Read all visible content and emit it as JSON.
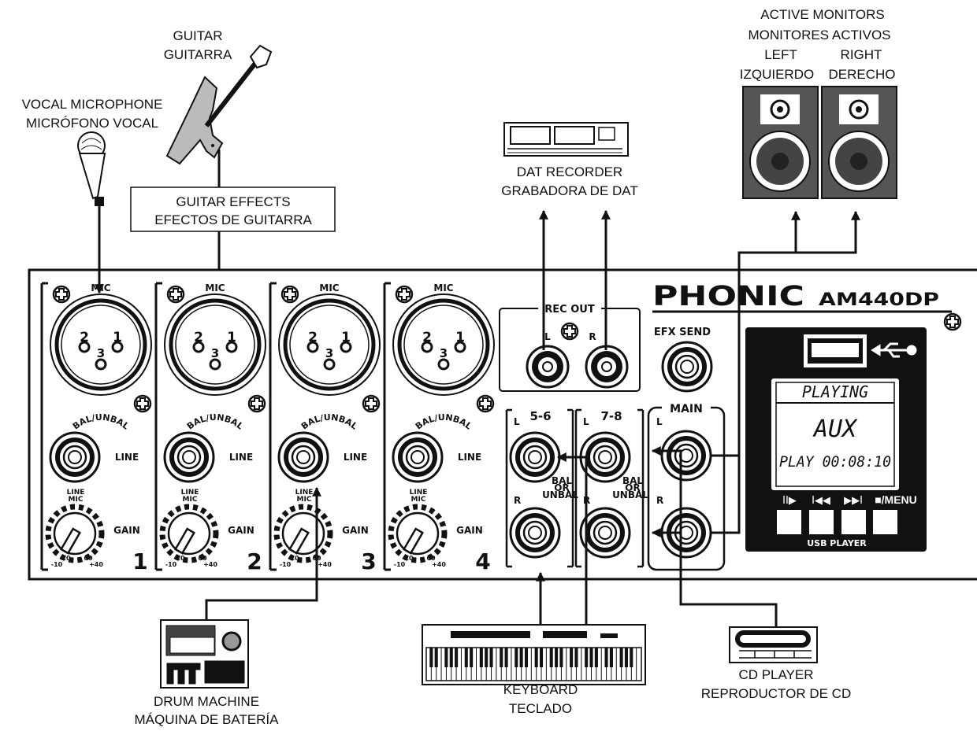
{
  "devices": {
    "microphone": {
      "line1": "VOCAL MICROPHONE",
      "line2": "MICRÓFONO VOCAL"
    },
    "guitar": {
      "line1": "GUITAR",
      "line2": "GUITARRA"
    },
    "guitar_effects": {
      "line1": "GUITAR EFFECTS",
      "line2": "EFECTOS DE  GUITARRA"
    },
    "dat_recorder": {
      "line1": "DAT RECORDER",
      "line2": "GRABADORA DE DAT"
    },
    "monitors": {
      "line1": "ACTIVE MONITORS",
      "line2": "MONITORES ACTIVOS",
      "left1": "LEFT",
      "left2": "IZQUIERDO",
      "right1": "RIGHT",
      "right2": "DERECHO"
    },
    "drum_machine": {
      "line1": "DRUM MACHINE",
      "line2": "MÁQUINA DE BATERÍA"
    },
    "keyboard": {
      "line1": "KEYBOARD",
      "line2": "TECLADO"
    },
    "cd_player": {
      "line1": "CD PLAYER",
      "line2": "REPRODUCTOR DE CD"
    }
  },
  "mixer": {
    "brand": "PHONIC",
    "model": "AM440DP",
    "channels": [
      {
        "number": "1",
        "mic": "MIC",
        "balunbal": "BAL/UNBAL",
        "line": "LINE",
        "gain": "GAIN",
        "linemic1": "LINE",
        "linemic2": "MIC",
        "g1": "10",
        "g2": "60",
        "g3": "-10",
        "g4": "+40",
        "p1": "2",
        "p2": "1",
        "p3": "3"
      },
      {
        "number": "2",
        "mic": "MIC",
        "balunbal": "BAL/UNBAL",
        "line": "LINE",
        "gain": "GAIN",
        "linemic1": "LINE",
        "linemic2": "MIC",
        "g1": "10",
        "g2": "60",
        "g3": "-10",
        "g4": "+40",
        "p1": "2",
        "p2": "1",
        "p3": "3"
      },
      {
        "number": "3",
        "mic": "MIC",
        "balunbal": "BAL/UNBAL",
        "line": "LINE",
        "gain": "GAIN",
        "linemic1": "LINE",
        "linemic2": "MIC",
        "g1": "10",
        "g2": "60",
        "g3": "-10",
        "g4": "+40",
        "p1": "2",
        "p2": "1",
        "p3": "3"
      },
      {
        "number": "4",
        "mic": "MIC",
        "balunbal": "BAL/UNBAL",
        "line": "LINE",
        "gain": "GAIN",
        "linemic1": "LINE",
        "linemic2": "MIC",
        "g1": "10",
        "g2": "60",
        "g3": "-10",
        "g4": "+40",
        "p1": "2",
        "p2": "1",
        "p3": "3"
      }
    ],
    "rec_out": {
      "title": "REC OUT",
      "l": "L",
      "r": "R"
    },
    "efx_send": "EFX SEND",
    "stereo_56": {
      "title": "5-6",
      "l": "L",
      "r": "R",
      "bal1": "BAL",
      "bal2": "OR",
      "bal3": "UNBAL"
    },
    "stereo_78": {
      "title": "7-8",
      "l": "L",
      "r": "R",
      "bal1": "BAL",
      "bal2": "OR",
      "bal3": "UNBAL"
    },
    "main": {
      "title": "MAIN",
      "l": "L",
      "r": "R"
    },
    "usb_player": {
      "lcd_status": "PLAYING",
      "lcd_source": "AUX",
      "lcd_time": "PLAY 00:08:10",
      "btn_play": "II▶",
      "btn_prev": "I◀◀",
      "btn_next": "▶▶I",
      "btn_menu": "■/MENU",
      "label": "USB PLAYER"
    }
  }
}
